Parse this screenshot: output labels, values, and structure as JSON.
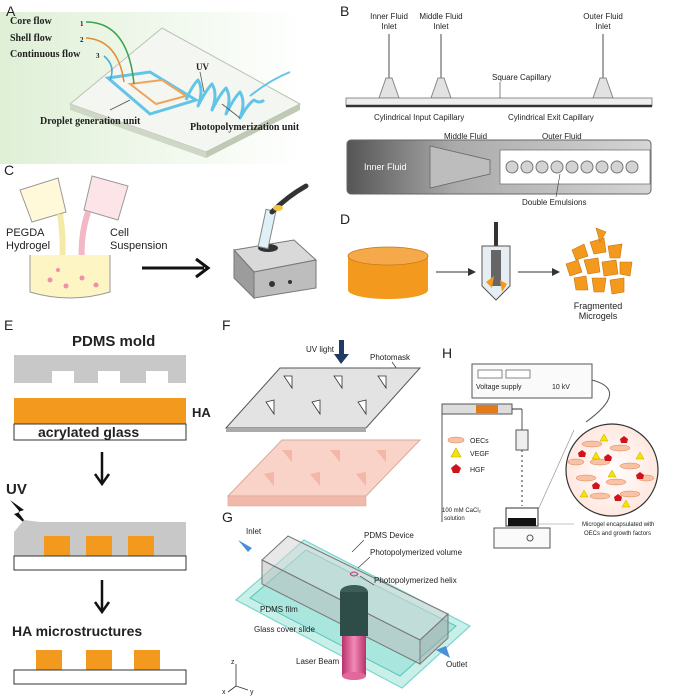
{
  "panels": {
    "a": {
      "letter": "A",
      "core_flow": "Core flow",
      "core_num": "1",
      "shell_flow": "Shell flow",
      "shell_num": "2",
      "continuous_flow": "Continuous flow",
      "continuous_num": "3",
      "uv": "UV",
      "droplet_unit": "Droplet generation unit",
      "photo_unit": "Photopolymerization unit"
    },
    "b": {
      "letter": "B",
      "inner_inlet_1": "Inner Fluid",
      "inner_inlet_2": "Inlet",
      "middle_inlet_1": "Middle Fluid",
      "middle_inlet_2": "Inlet",
      "outer_inlet_1": "Outer Fluid",
      "outer_inlet_2": "Inlet",
      "square_capillary": "Square Capillary",
      "cyl_input": "Cylindrical Input Capillary",
      "cyl_exit": "Cylindrical Exit Capillary",
      "middle_fluid": "Middle Fluid",
      "outer_fluid": "Outer Fluid",
      "inner_fluid": "Inner Fluid",
      "double_emulsions": "Double Emulsions"
    },
    "c": {
      "letter": "C",
      "pegda_1": "PEGDA",
      "pegda_2": "Hydrogel",
      "cell_1": "Cell",
      "cell_2": "Suspension"
    },
    "d": {
      "letter": "D",
      "fragmented_1": "Fragmented",
      "fragmented_2": "Microgels"
    },
    "e": {
      "letter": "E",
      "pdms_mold": "PDMS mold",
      "ha": "HA",
      "acrylated_glass": "acrylated glass",
      "uv": "UV",
      "ha_micro": "HA microstructures"
    },
    "f": {
      "letter": "F",
      "uv_light": "UV light",
      "photomask": "Photomask"
    },
    "g": {
      "letter": "G",
      "inlet": "Inlet",
      "pdms_device": "PDMS Device",
      "photo_volume": "Photopolymerized volume",
      "photo_helix": "Photopolymerized helix",
      "pdms_film": "PDMS film",
      "glass_slide": "Glass cover slide",
      "outlet": "Outlet",
      "laser": "Laser Beam",
      "axis_z": "z",
      "axis_x": "x",
      "axis_y": "y"
    },
    "h": {
      "letter": "H",
      "voltage_supply": "Voltage supply",
      "kv": "10 kV",
      "oecs": "OECs",
      "vegf": "VEGF",
      "hgf": "HGF",
      "cacl_1": "100 mM CaCl₂",
      "cacl_2": "solution",
      "encap_1": "Microgel encapsulated with",
      "encap_2": "OECs  and growth factors"
    }
  },
  "colors": {
    "orange": "#F39A1E",
    "pdms_gray": "#c8c8c8",
    "teal": "#7ad6cf",
    "pink": "#f2c9bf",
    "navy": "#1f3b63",
    "red_pentagon": "#d0121b",
    "yellow_triangle": "#f6e300"
  }
}
